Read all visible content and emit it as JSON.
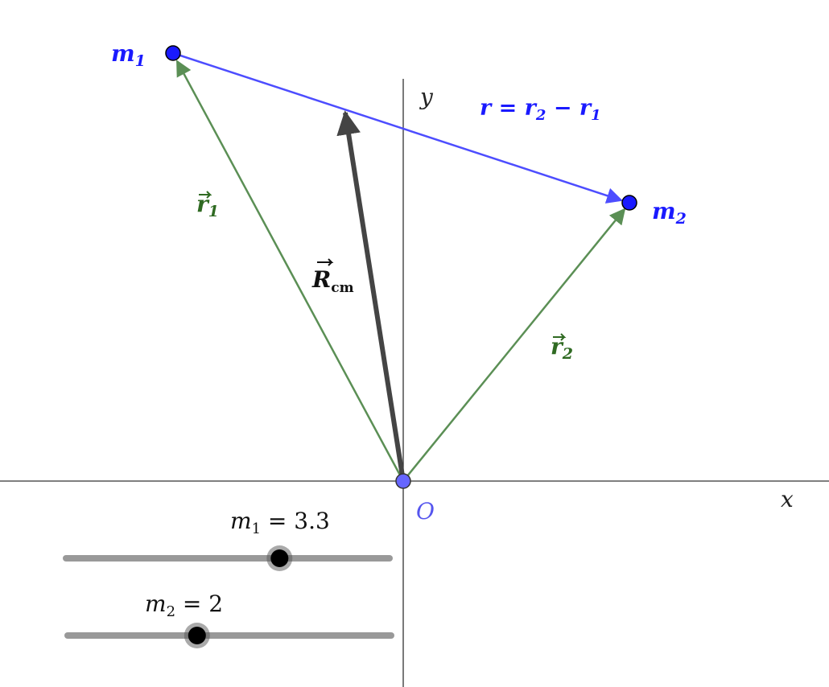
{
  "axes": {
    "x_label": "x",
    "y_label": "y",
    "origin_label": "O"
  },
  "points": {
    "m1_label": "m",
    "m1_sub": "1",
    "m2_label": "m",
    "m2_sub": "2"
  },
  "vectors": {
    "r1_label": "r",
    "r1_sub": "1",
    "r2_label": "r",
    "r2_sub": "2",
    "rcm_label": "R",
    "rcm_sub": "cm",
    "relative_eq": {
      "lhs": "r",
      "eq": " = ",
      "a": "r",
      "a_sub": "2",
      "minus": " − ",
      "b": "r",
      "b_sub": "1"
    }
  },
  "sliders": [
    {
      "name": "m",
      "sub": "1",
      "eq": " = ",
      "value": 3.3,
      "value_text": "3.3",
      "min": 0,
      "max": 5
    },
    {
      "name": "m",
      "sub": "2",
      "eq": " = ",
      "value": 2,
      "value_text": "2",
      "min": 0,
      "max": 5
    }
  ],
  "colors": {
    "point": "#1a1aff",
    "segment": "#4d4dff",
    "vector_green": "#5b8f55",
    "label_green": "#2f6a22",
    "rcm": "#444444",
    "axis": "#333333",
    "slider_track": "#999999"
  }
}
